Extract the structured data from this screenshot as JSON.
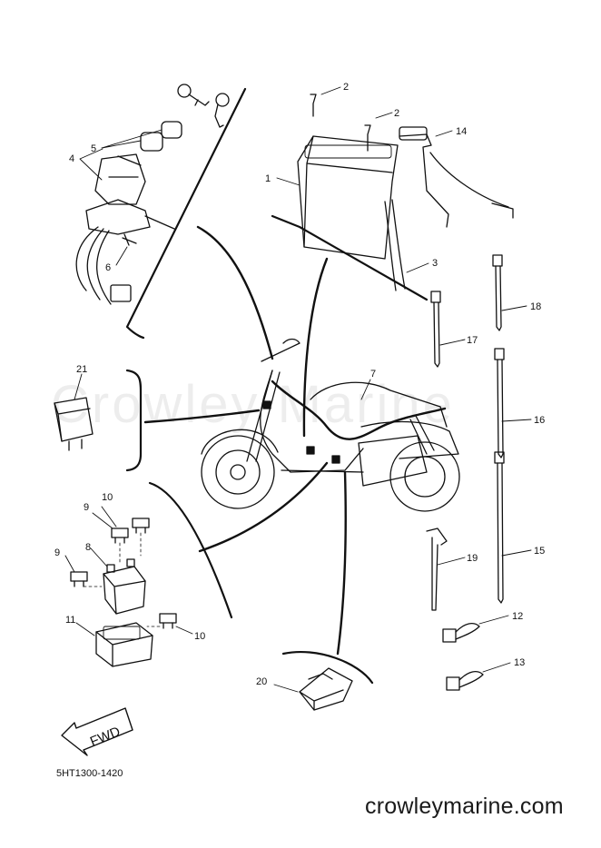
{
  "diagram": {
    "watermark": "Crowley Marine",
    "part_number": "5HT1300-1420",
    "site_url": "crowleymarine.com",
    "fwd_label": "FWD",
    "callouts": {
      "c1": "1",
      "c2a": "2",
      "c2b": "2",
      "c3": "3",
      "c4": "4",
      "c5": "5",
      "c6": "6",
      "c7": "7",
      "c8": "8",
      "c9a": "9",
      "c9b": "9",
      "c10a": "10",
      "c10b": "10",
      "c11": "11",
      "c12": "12",
      "c13": "13",
      "c14": "14",
      "c15": "15",
      "c16": "16",
      "c17": "17",
      "c18": "18",
      "c19": "19",
      "c20": "20",
      "c21": "21"
    }
  }
}
